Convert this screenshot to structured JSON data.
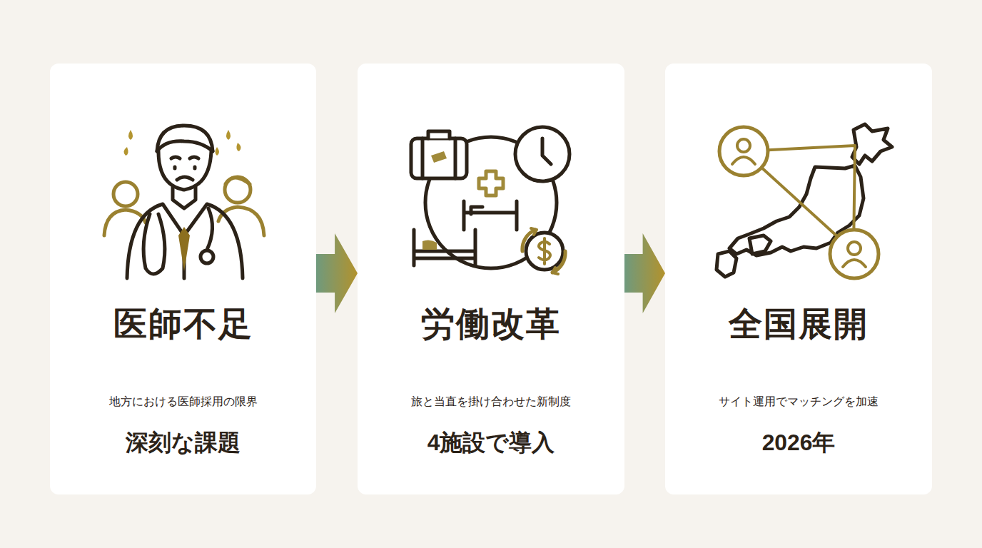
{
  "diagram": {
    "nodes": [
      {
        "text": [
          "医師不足",
          "地方における医師採用の限界",
          "深刻な課題"
        ]
      },
      {
        "text": [
          "労働改革",
          "旅と当直を掛け合わせた新制度",
          "4施設で導入"
        ]
      },
      {
        "text": [
          "全国展開",
          "サイト運用でマッチングを加速",
          "2026年"
        ]
      }
    ],
    "edges": [
      {
        "from": 0,
        "to": 1,
        "arrow": "to"
      },
      {
        "from": 1,
        "to": 2,
        "arrow": "to"
      }
    ]
  }
}
